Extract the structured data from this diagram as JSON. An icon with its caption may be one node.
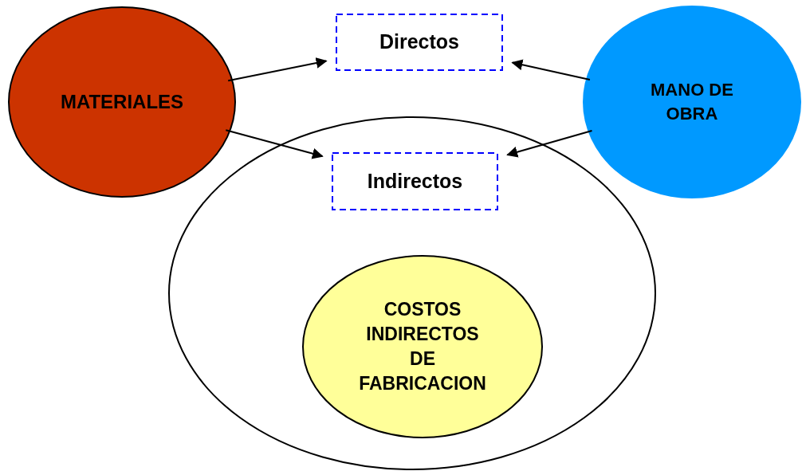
{
  "diagram": {
    "nodes": [
      {
        "text": [
          "MATERIALES"
        ]
      },
      {
        "text": [
          "Directos"
        ]
      },
      {
        "text": [
          "MANO DE OBRA"
        ]
      },
      {
        "text": [],
        "shape": "circle"
      },
      {
        "text": [
          "Indirectos"
        ],
        "in": 3
      },
      {
        "text": [
          "COSTOS INDIRECTOS DE FABRICACION"
        ],
        "in": 3
      }
    ],
    "edges": [
      {
        "from": 0,
        "to": 1,
        "arrow": "to"
      },
      {
        "from": 2,
        "to": 1,
        "arrow": "to"
      },
      {
        "from": 0,
        "to": 4,
        "arrow": "to"
      },
      {
        "from": 2,
        "to": 4,
        "arrow": "to"
      }
    ]
  }
}
